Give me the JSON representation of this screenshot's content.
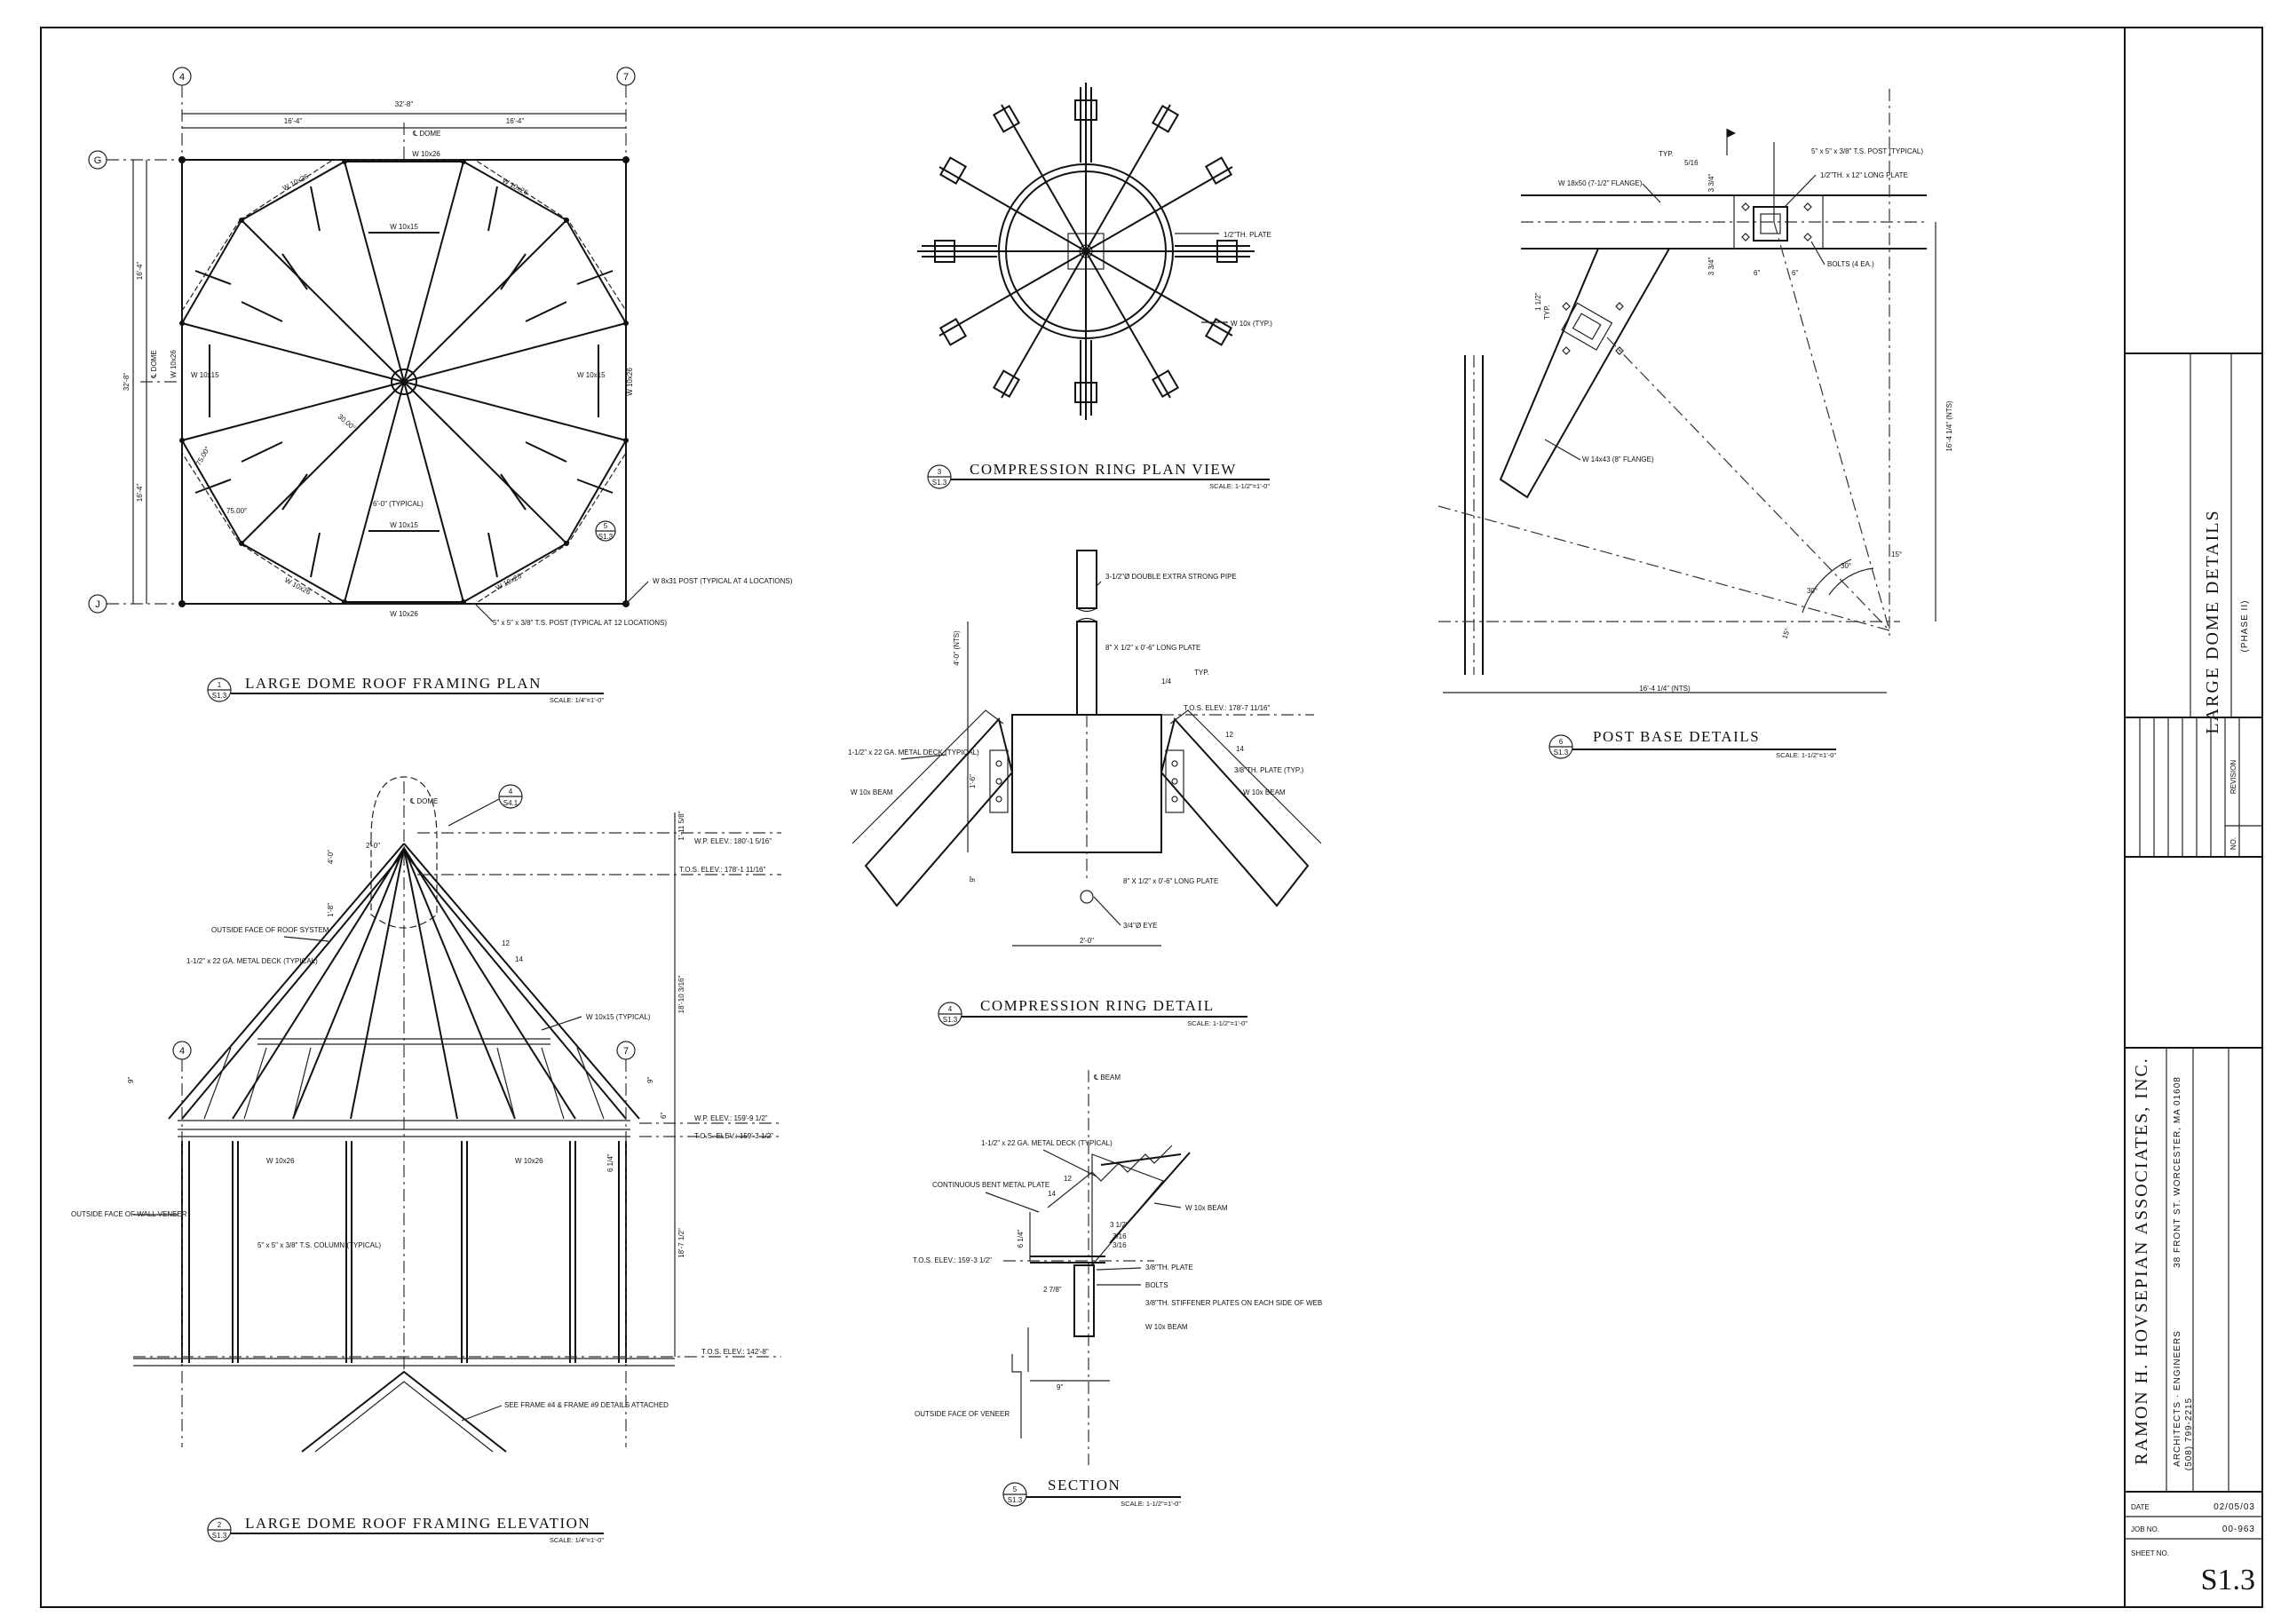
{
  "details": {
    "d1": {
      "number": "1",
      "sheet": "S1.3",
      "title": "LARGE DOME ROOF FRAMING PLAN",
      "scale": "SCALE: 1/4\"=1'-0\""
    },
    "d2": {
      "number": "2",
      "sheet": "S1.3",
      "title": "LARGE DOME ROOF FRAMING ELEVATION",
      "scale": "SCALE: 1/4\"=1'-0\""
    },
    "d3": {
      "number": "3",
      "sheet": "S1.3",
      "title": "COMPRESSION RING PLAN VIEW",
      "scale": "SCALE: 1-1/2\"=1'-0\""
    },
    "d4": {
      "number": "4",
      "sheet": "S1.3",
      "title": "COMPRESSION RING DETAIL",
      "scale": "SCALE: 1-1/2\"=1'-0\""
    },
    "d5": {
      "number": "5",
      "sheet": "S1.3",
      "title": "SECTION",
      "scale": "SCALE: 1-1/2\"=1'-0\""
    },
    "d6": {
      "number": "6",
      "sheet": "S1.3",
      "title": "POST BASE DETAILS",
      "scale": "SCALE: 1-1/2\"=1'-0\""
    }
  },
  "plan": {
    "grid_4": "4",
    "grid_7": "7",
    "grid_G": "G",
    "grid_J": "J",
    "dim_total": "32'-8\"",
    "dim_half_left": "16'-4\"",
    "dim_half_right": "16'-4\"",
    "dim_v_total": "32'-8\"",
    "dim_v_top": "16'-4\"",
    "dim_v_bottom": "16'-4\"",
    "dome_top": "℄ DOME",
    "dome_left": "℄ DOME",
    "beam_w10x26": "W 10x26",
    "beam_w10x15": "W 10x15",
    "angle_30": "30.00°",
    "angle_75": "75.00°",
    "typical_6": "6'-0\" (TYPICAL)",
    "callout_5": "5",
    "callout_sheet": "S1.3",
    "post_note": "W 8x31 POST (TYPICAL AT 4 LOCATIONS)",
    "ts_note": "5\" x 5\" x 3/8\" T.S. POST (TYPICAL AT 12 LOCATIONS)"
  },
  "ring_plan": {
    "plate": "1/2\"TH. PLATE",
    "w10x": "W 10x (TYP.)"
  },
  "ring_detail": {
    "pipe": "3-1/2\"Ø DOUBLE EXTRA STRONG PIPE",
    "long_plate": "8\" X 1/2\" x 0'-6\" LONG PLATE",
    "typ": "TYP.",
    "quarter": "1/4",
    "tos": "T.O.S. ELEV.: 178'-7 11/16\"",
    "deck": "1-1/2\" x 22 GA. METAL DECK (TYPICAL)",
    "plate_typ": "3/8\"TH. PLATE (TYP.)",
    "beam_left": "W 10x BEAM",
    "beam_right": "W 10x BEAM",
    "long_plate2": "8\" X 1/2\" x 0'-6\" LONG PLATE",
    "eye": "3/4\"Ø EYE",
    "dim_h": "4'-0\" (NTS)",
    "dim_16": "1'-6\"",
    "dim_9": "9\"",
    "dim_w": "2'-0\"",
    "slope_12": "12",
    "slope_14": "14"
  },
  "section": {
    "beam": "℄ BEAM",
    "deck": "1-1/2\" x 22 GA. METAL DECK (TYPICAL)",
    "bent": "CONTINUOUS BENT METAL PLATE",
    "beam_right": "W 10x BEAM",
    "dim_312": "3 1/2\"",
    "dim_316a": "3/16",
    "dim_316b": "3/16",
    "tos": "T.O.S. ELEV.: 159'-3 1/2\"",
    "plate": "3/8\"TH. PLATE",
    "bolts": "BOLTS",
    "stiff": "3/8\"TH. STIFFENER PLATES ON EACH SIDE OF WEB",
    "beam_low": "W 10x BEAM",
    "veneer": "OUTSIDE FACE OF VENEER",
    "dim_278": "2 7/8\"",
    "dim_614": "6 1/4\"",
    "dim_9": "9\"",
    "slope_12": "12",
    "slope_14": "14"
  },
  "post_base": {
    "typ": "TYP.",
    "frac": "5/16",
    "ts_post": "5\" x 5\" x 3/8\" T.S. POST (TYPICAL)",
    "long_plate": "1/2\"TH. x 12\" LONG PLATE",
    "w18": "W 18x50 (7-1/2\" FLANGE)",
    "bolts": "BOLTS (4 EA.)",
    "w14": "W 14x43 (8\" FLANGE)",
    "d334a": "3 3/4\"",
    "d334b": "3 3/4\"",
    "d6a": "6\"",
    "d6b": "6\"",
    "d112": "1 1/2\"",
    "dtyp": "TYP.",
    "dim_v": "16'-4 1/4\" (NTS)",
    "dim_h": "16'-4 1/4\" (NTS)",
    "a15": "15°",
    "a30a": "30°",
    "a30b": "30°",
    "a15b": "15°"
  },
  "elevation": {
    "dome": "℄ DOME",
    "callout_4": "4",
    "callout_sheet": "S4.1",
    "d20": "2'-0\"",
    "d40": "4'-0\"",
    "d18": "1'-8\"",
    "d1158": "1'-11 5/8\"",
    "d18103": "18'-10 3/16\"",
    "d18712": "18'-7 1/2\"",
    "wp_top": "W.P. ELEV.: 180'-1 5/16\"",
    "tos_top": "T.O.S. ELEV.: 178'-1 11/16\"",
    "outside_roof": "OUTSIDE FACE OF ROOF SYSTEM",
    "deck": "1-1/2\" x 22 GA. METAL DECK (TYPICAL)",
    "w10x15": "W 10x15 (TYPICAL)",
    "slope_12": "12",
    "slope_14": "14",
    "grid_4": "4",
    "grid_7": "7",
    "d9a": "9\"",
    "d9b": "9\"",
    "wp_mid": "W.P. ELEV.: 159'-9 1/2\"",
    "tos_mid": "T.O.S. ELEV.: 159'-3 1/2\"",
    "d6": "6\"",
    "d614": "6 1/4\"",
    "w10x26a": "W 10x26",
    "w10x26b": "W 10x26",
    "wall": "OUTSIDE FACE OF WALL VENEER",
    "column": "5\" x 5\" x 3/8\" T.S. COLUMN (TYPICAL)",
    "tos_low": "T.O.S. ELEV.: 142'-8\"",
    "frames": "SEE FRAME #4 & FRAME #9 DETAILS ATTACHED"
  },
  "title_block": {
    "drawing_title": "LARGE DOME DETAILS",
    "phase": "(PHASE II)",
    "rev_label": "REVISION",
    "no_label": "NO.",
    "firm": "RAMON H. HOVSEPIAN ASSOCIATES, INC.",
    "firm_sub": "ARCHITECTS · ENGINEERS",
    "address": "38 FRONT ST. WORCESTER, MA 01608",
    "phone": "(508) 799-2215",
    "date_label": "DATE",
    "date": "02/05/03",
    "job_label": "JOB NO.",
    "job": "00-963",
    "sheet_label": "SHEET NO.",
    "sheet": "S1.3"
  }
}
